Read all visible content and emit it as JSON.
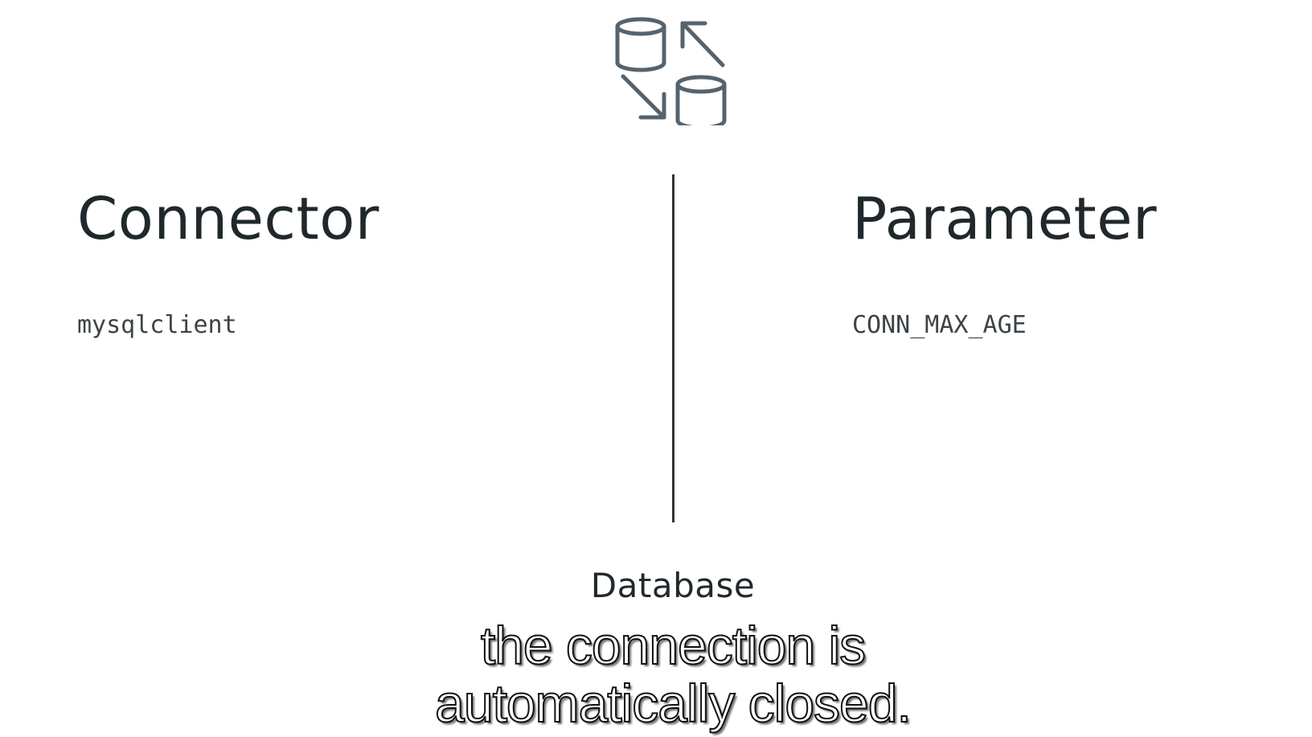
{
  "slide": {
    "icon": "database-sync-icon",
    "left_heading": "Connector",
    "left_value": "mysqlclient",
    "right_heading": "Parameter",
    "right_value": "CONN_MAX_AGE",
    "bottom_label": "Database"
  },
  "subtitle": {
    "line1": "the connection is",
    "line2": "automatically closed."
  },
  "colors": {
    "background": "#ffffff",
    "heading_text": "#21282c",
    "mono_text": "#3d4347",
    "icon_stroke": "#55636d",
    "divider": "#2e3438"
  }
}
